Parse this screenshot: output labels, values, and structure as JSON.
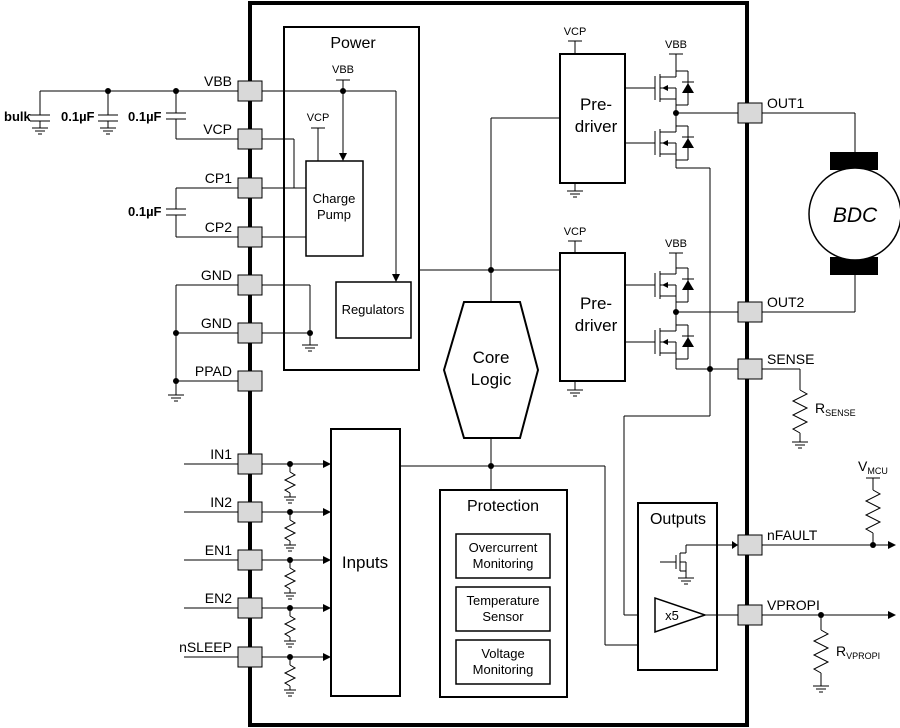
{
  "blocks": {
    "power": "Power",
    "charge_pump": [
      "Charge",
      "Pump"
    ],
    "regulators": "Regulators",
    "core_logic": [
      "Core",
      "Logic"
    ],
    "predriver": [
      "Pre-",
      "driver"
    ],
    "inputs": "Inputs",
    "protection": "Protection",
    "overcurrent": [
      "Overcurrent",
      "Monitoring"
    ],
    "temperature": [
      "Temperature",
      "Sensor"
    ],
    "voltage": [
      "Voltage",
      "Monitoring"
    ],
    "outputs": "Outputs",
    "amp_gain": "x5",
    "motor": "BDC"
  },
  "pins_left": [
    "VBB",
    "VCP",
    "CP1",
    "CP2",
    "GND",
    "GND",
    "PPAD",
    "IN1",
    "IN2",
    "EN1",
    "EN2",
    "nSLEEP"
  ],
  "pins_right": [
    "OUT1",
    "OUT2",
    "SENSE",
    "nFAULT",
    "VPROPI"
  ],
  "nets": {
    "vbb": "VBB",
    "vcp": "VCP"
  },
  "components": {
    "bulk": "bulk",
    "cap1": "0.1µF",
    "cap2": "0.1µF",
    "cap_cp": "0.1µF",
    "rsense_main": "R",
    "rsense_sub": "SENSE",
    "vmcu_main": "V",
    "vmcu_sub": "MCU",
    "rvpropi_main": "R",
    "rvpropi_sub": "VPROPI"
  }
}
